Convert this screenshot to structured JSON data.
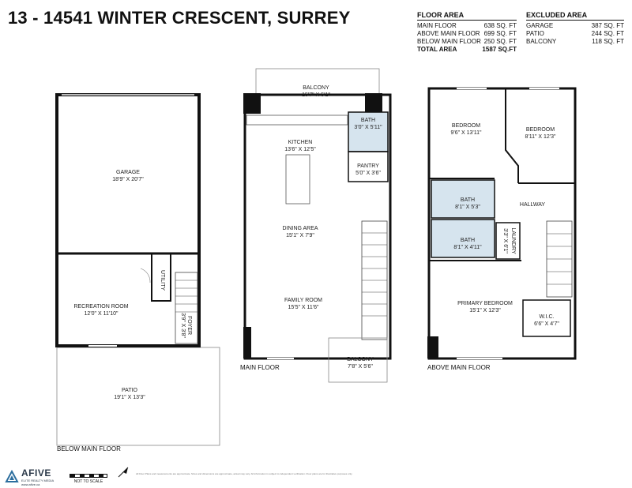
{
  "title": "13 - 14541 WINTER CRESCENT, SURREY",
  "floor_area": {
    "header": "FLOOR AREA",
    "rows": [
      {
        "label": "MAIN FLOOR",
        "value": "638 SQ. FT"
      },
      {
        "label": "ABOVE MAIN FLOOR",
        "value": "699 SQ. FT"
      },
      {
        "label": "BELOW MAIN FLOOR",
        "value": "250 SQ. FT"
      }
    ],
    "total": {
      "label": "TOTAL AREA",
      "value": "1587 SQ.FT"
    }
  },
  "excluded_area": {
    "header": "EXCLUDED AREA",
    "rows": [
      {
        "label": "GARAGE",
        "value": "387 SQ. FT"
      },
      {
        "label": "PATIO",
        "value": "244 SQ. FT"
      },
      {
        "label": "BALCONY",
        "value": "118 SQ. FT"
      }
    ]
  },
  "floors": {
    "below_main": {
      "label": "BELOW MAIN FLOOR",
      "rooms": {
        "garage": {
          "name": "GARAGE",
          "dims": "18'9\" X 20'7\""
        },
        "recreation": {
          "name": "RECREATION ROOM",
          "dims": "12'0\" X 11'10\""
        },
        "utility": {
          "name": "UTILITY"
        },
        "foyer": {
          "name": "FOYER",
          "dims": "3'9\" X 3'8\""
        },
        "patio": {
          "name": "PATIO",
          "dims": "19'1\" X 13'3\""
        }
      }
    },
    "main": {
      "label": "MAIN FLOOR",
      "rooms": {
        "balcony_top": {
          "name": "BALCONY",
          "dims": "15'7\" X 5'1\""
        },
        "kitchen": {
          "name": "KITCHEN",
          "dims": "13'6\" X 12'5\""
        },
        "bath": {
          "name": "BATH",
          "dims": "3'0\" X 5'11\""
        },
        "pantry": {
          "name": "PANTRY",
          "dims": "5'0\" X 3'6\""
        },
        "dining": {
          "name": "DINING AREA",
          "dims": "15'1\" X 7'9\""
        },
        "family": {
          "name": "FAMILY ROOM",
          "dims": "15'5\" X 11'6\""
        },
        "balcony_bottom": {
          "name": "BALCONY",
          "dims": "7'8\" X 5'6\""
        }
      }
    },
    "above_main": {
      "label": "ABOVE MAIN FLOOR",
      "rooms": {
        "bedroom1": {
          "name": "BEDROOM",
          "dims": "9'6\" X 13'11\""
        },
        "bedroom2": {
          "name": "BEDROOM",
          "dims": "8'11\" X 12'3\""
        },
        "bath1": {
          "name": "BATH",
          "dims": "8'1\" X 5'3\""
        },
        "hallway": {
          "name": "HALLWAY"
        },
        "bath2": {
          "name": "BATH",
          "dims": "8'1\" X 4'11\""
        },
        "laundry": {
          "name": "LAUNDRY",
          "dims": "3'3\" X 6'1\""
        },
        "primary": {
          "name": "PRIMARY BEDROOM",
          "dims": "15'1\" X 12'3\""
        },
        "wic": {
          "name": "W.I.C.",
          "dims": "6'6\" X 4'7\""
        }
      }
    }
  },
  "logo": {
    "name": "AFIVE",
    "tagline": "ELITE REALTY MEDIA",
    "url": "www.afive.ca"
  },
  "scale": {
    "text": "NOT TO SCALE"
  },
  "disclaimer": "All Floor Plans and measurements are approximate. Sizes and dimensions are approximate, actual may vary. All information is subject to independent verification. Floor plans are for illustrative purposes only.",
  "colors": {
    "wall": "#111111",
    "bath_fill": "#d6e4ee",
    "line": "#555555"
  }
}
